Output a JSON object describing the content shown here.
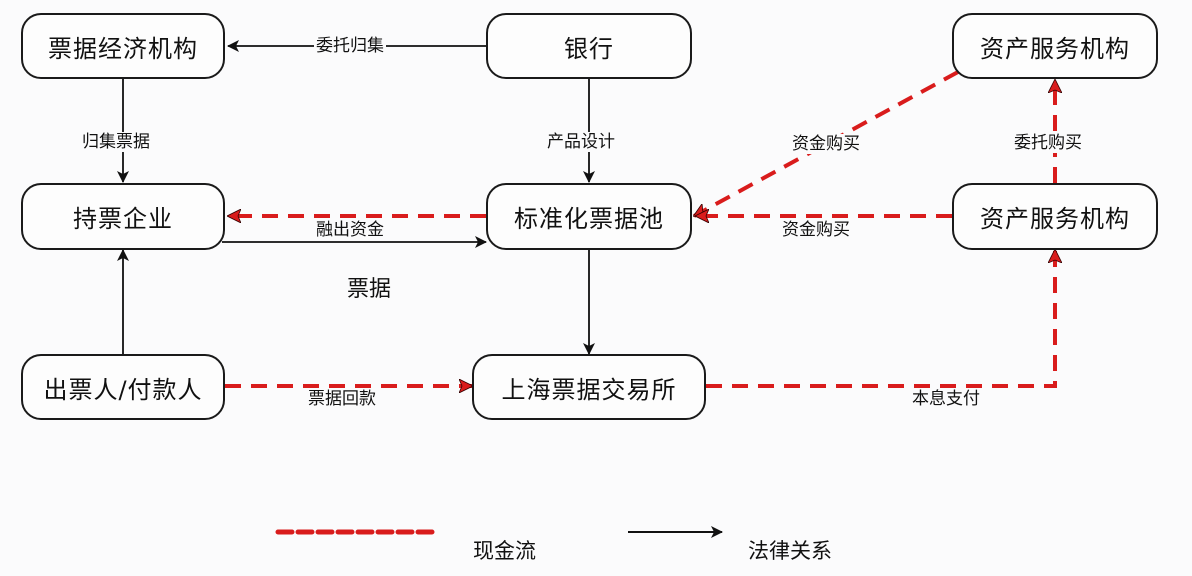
{
  "nodes": {
    "bill_agency": "票据经济机构",
    "bank": "银行",
    "asset_service_top": "资产服务机构",
    "holding_enterprise": "持票企业",
    "standard_pool": "标准化票据池",
    "asset_service_mid": "资产服务机构",
    "drawer_payer": "出票人/付款人",
    "shanghai_exchange": "上海票据交易所"
  },
  "edges": {
    "entrust_collect": "委托归集",
    "collect_bills": "归集票据",
    "product_design": "产品设计",
    "raise_funds": "融出资金",
    "bills": "票据",
    "fund_purchase_diag": "资金购买",
    "fund_purchase_horiz": "资金购买",
    "entrust_purchase": "委托购买",
    "bill_repayment": "票据回款",
    "principal_interest": "本息支付"
  },
  "legend": {
    "cash_flow": "现金流",
    "legal_relation": "法律关系"
  },
  "colors": {
    "cash_flow": "#d91c1c",
    "legal_relation": "#111111"
  }
}
